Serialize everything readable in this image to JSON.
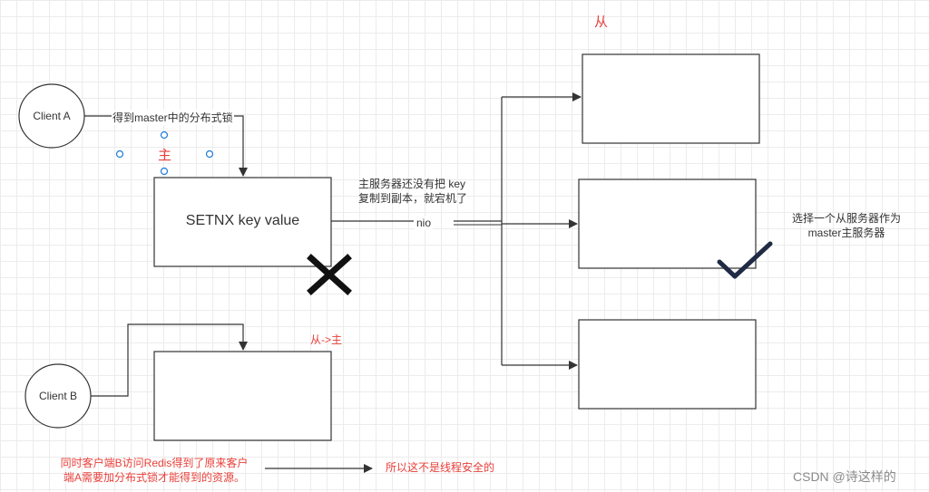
{
  "colors": {
    "line": "#333333",
    "red": "#e8403a",
    "handle": "#1f7bd8",
    "check": "#1f2a44",
    "cross": "#111111",
    "watermark": "#8a8a8a"
  },
  "labels": {
    "slave_title": "从",
    "client_a": "Client A",
    "client_b": "Client B",
    "get_lock": "得到master中的分布式锁",
    "master_mark": "主",
    "setnx": "SETNX key value",
    "crash_line1": "主服务器还没有把 key",
    "crash_line2": "复制到副本，就宕机了",
    "nio": "nio",
    "slave_to_master": "从->主",
    "elect_line1": "选择一个从服务器作为",
    "elect_line2": "master主服务器",
    "clientb_line1": "同时客户端B访问Redis得到了原来客户",
    "clientb_line2": "端A需要加分布式锁才能得到的资源。",
    "conclusion": "所以这不是线程安全的",
    "watermark": "CSDN @诗这样的"
  }
}
